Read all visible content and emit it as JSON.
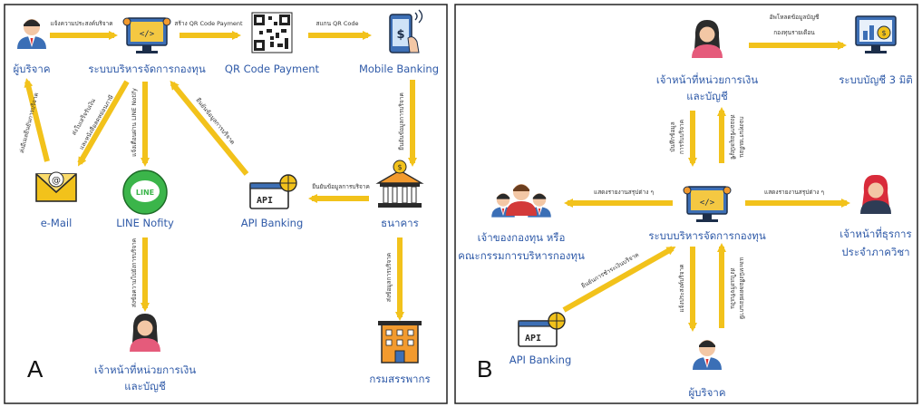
{
  "panelA": {
    "letter": "A",
    "nodes": {
      "donor": "ผู้บริจาค",
      "fund_system": "ระบบบริหารจัดการกองทุน",
      "qr": "QR Code Payment",
      "mobile": "Mobile Banking",
      "email": "e-Mail",
      "line": "LINE Nofity",
      "api": "API Banking",
      "bank": "ธนาคาร",
      "officer_line1": "เจ้าหน้าที่หน่วยการเงิน",
      "officer_line2": "และบัญชี",
      "revenue": "กรมสรรพากร"
    },
    "edges": {
      "donor_to_sys": "แจ้งความประสงค์บริจาค",
      "sys_to_qr": "สร้าง QR Code Payment",
      "qr_to_mobile": "สแกน QR Code",
      "mobile_to_bank": "ยืนยันข้อมูลการบริจาค",
      "bank_to_api": "ยืนยันข้อมูลการบริจาค",
      "api_to_sys": "ยืนยันข้อมูลการบริจาค",
      "sys_to_line": "แจ้งเตือนผ่าน LINE Notify",
      "email_to_donor": "ส่งอีเมลยืนยันการบริจาค",
      "sys_to_email_1": "ส่งใบเสร็จรับเงิน",
      "sys_to_email_2": "และหนังสือลดหย่อนภาษี",
      "line_to_officer": "ส่งข้อความไปยังการบริจาค",
      "bank_to_revenue": "ส่งข้อมูลการบริจาค"
    }
  },
  "panelB": {
    "letter": "B",
    "nodes": {
      "officer_line1": "เจ้าหน้าที่หน่วยการเงิน",
      "officer_line2": "และบัญชี",
      "accounting": "ระบบบัญชี 3 มิติ",
      "fund_system": "ระบบบริหารจัดการกองทุน",
      "owners_line1": "เจ้าของกองทุน หรือ",
      "owners_line2": "คณะกรรมการบริหารกองทุน",
      "staff_line1": "เจ้าหน้าที่ธุรการ",
      "staff_line2": "ประจำภาควิชา",
      "api": "API Banking",
      "donor": "ผู้บริจาค"
    },
    "edges": {
      "officer_to_acc_1": "อัพโหลดข้อมูลบัญชี",
      "officer_to_acc_2": "กองทุนรายเดือน",
      "officer_to_sys_1": "บันทึกข้อมูล",
      "officer_to_sys_2": "การรับบริจาค",
      "sys_to_officer_1": "ส่งออกข้อมูลบัญชี",
      "sys_to_officer_2": "กองทุนรายเดือน",
      "sys_to_owners": "แสดงรายงานสรุปต่าง ๆ",
      "sys_to_staff": "แสดงรายงานสรุปต่าง ๆ",
      "api_to_sys": "ยืนยันการชำระเงินบริจาค",
      "donor_to_sys": "แจ้งประสงค์บริจาค",
      "sys_to_donor_1": "ส่งใบเสร็จรับเงิน",
      "sys_to_donor_2": "และหนังสือลดหย่อนภาษี"
    }
  },
  "colors": {
    "arrow": "#f2c21b",
    "label": "#2f5aa8",
    "border": "#222222"
  }
}
